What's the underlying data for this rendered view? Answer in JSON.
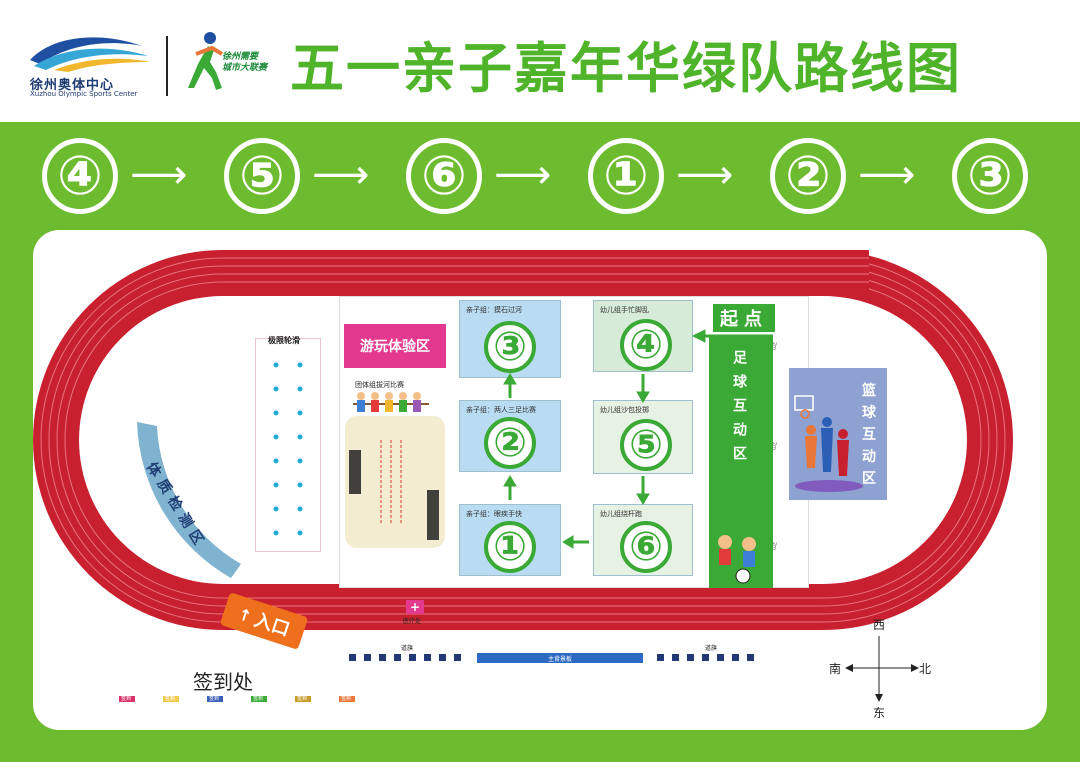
{
  "header": {
    "logo1_name": "徐州奥体中心",
    "logo1_en": "Xuzhou Olympic Sports Center",
    "logo2_name_line1": "徐州需要",
    "logo2_name_line2": "城市大联赛",
    "title": "五一亲子嘉年华绿队路线图"
  },
  "route": {
    "steps": [
      "④",
      "⑤",
      "⑥",
      "①",
      "②",
      "③"
    ],
    "arrow": "⟶"
  },
  "map": {
    "start_label": "起点",
    "entrance_label": "入口",
    "medical_label": "医疗处",
    "checkin_title": "签到处",
    "checkin_desks": [
      {
        "label": "签到处",
        "color": "#d6336c"
      },
      {
        "label": "签到处",
        "color": "#f2c94c"
      },
      {
        "label": "签到处",
        "color": "#3b5fb5"
      },
      {
        "label": "签到处",
        "color": "#3aa935"
      },
      {
        "label": "签到处",
        "color": "#c99a2e"
      },
      {
        "label": "签到处",
        "color": "#e9773a"
      }
    ],
    "fitness_zone": "体质检测区",
    "skating_zone": "极限轮滑",
    "play_zone": "游玩体验区",
    "tug_zone": "团体组拔河比赛",
    "football_zone": "足球互动区",
    "basketball_zone": "篮球互动区",
    "main_board": "主背景板",
    "flag_left": "道旗",
    "flag_right": "道旗",
    "stations": [
      {
        "number": "③",
        "caption": "亲子组：摸石过河"
      },
      {
        "number": "②",
        "caption": "亲子组：两人三足比赛"
      },
      {
        "number": "①",
        "caption": "亲子组：眼疾手快"
      },
      {
        "number": "④",
        "caption": "幼儿组手忙脚乱"
      },
      {
        "number": "⑤",
        "caption": "幼儿组沙包投掷"
      },
      {
        "number": "⑥",
        "caption": "幼儿组绕杆跑"
      }
    ],
    "compass": {
      "north": "北",
      "south": "南",
      "east": "东",
      "west": "西"
    }
  },
  "colors": {
    "brand_green": "#4fb42a",
    "band_green": "#6dbb2f",
    "track_red": "#c8202f",
    "station_green": "#3aa935",
    "play_zone_pink": "#e33a8f",
    "entrance_orange": "#ee6f1c",
    "fitness_blue": "#7fb3d0"
  }
}
